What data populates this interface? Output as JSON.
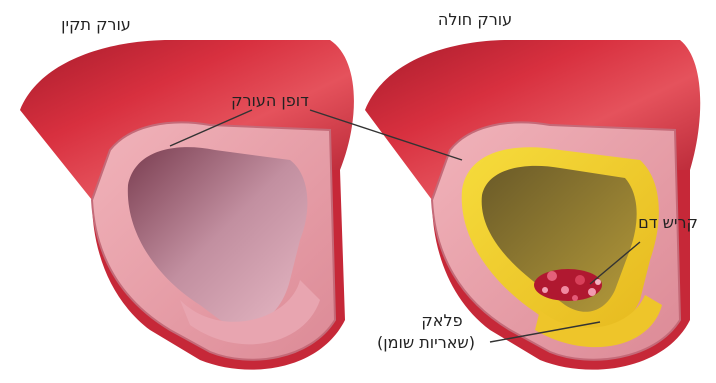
{
  "titles": {
    "healthy": "עורק תקין",
    "diseased": "עורק חולה"
  },
  "labels": {
    "artery_wall": "דופן העורק",
    "blood_clot": "קריש דם",
    "plaque": "פלאק",
    "plaque_detail": "(שאריות שומן)"
  },
  "colors": {
    "artery_outer": "#c8283a",
    "artery_highlight": "#e24a56",
    "wall_section": "#e99aa4",
    "lumen": "#b87a8c",
    "plaque": "#f0cf2a",
    "clot": "#b01830",
    "leader_line": "#333333"
  }
}
